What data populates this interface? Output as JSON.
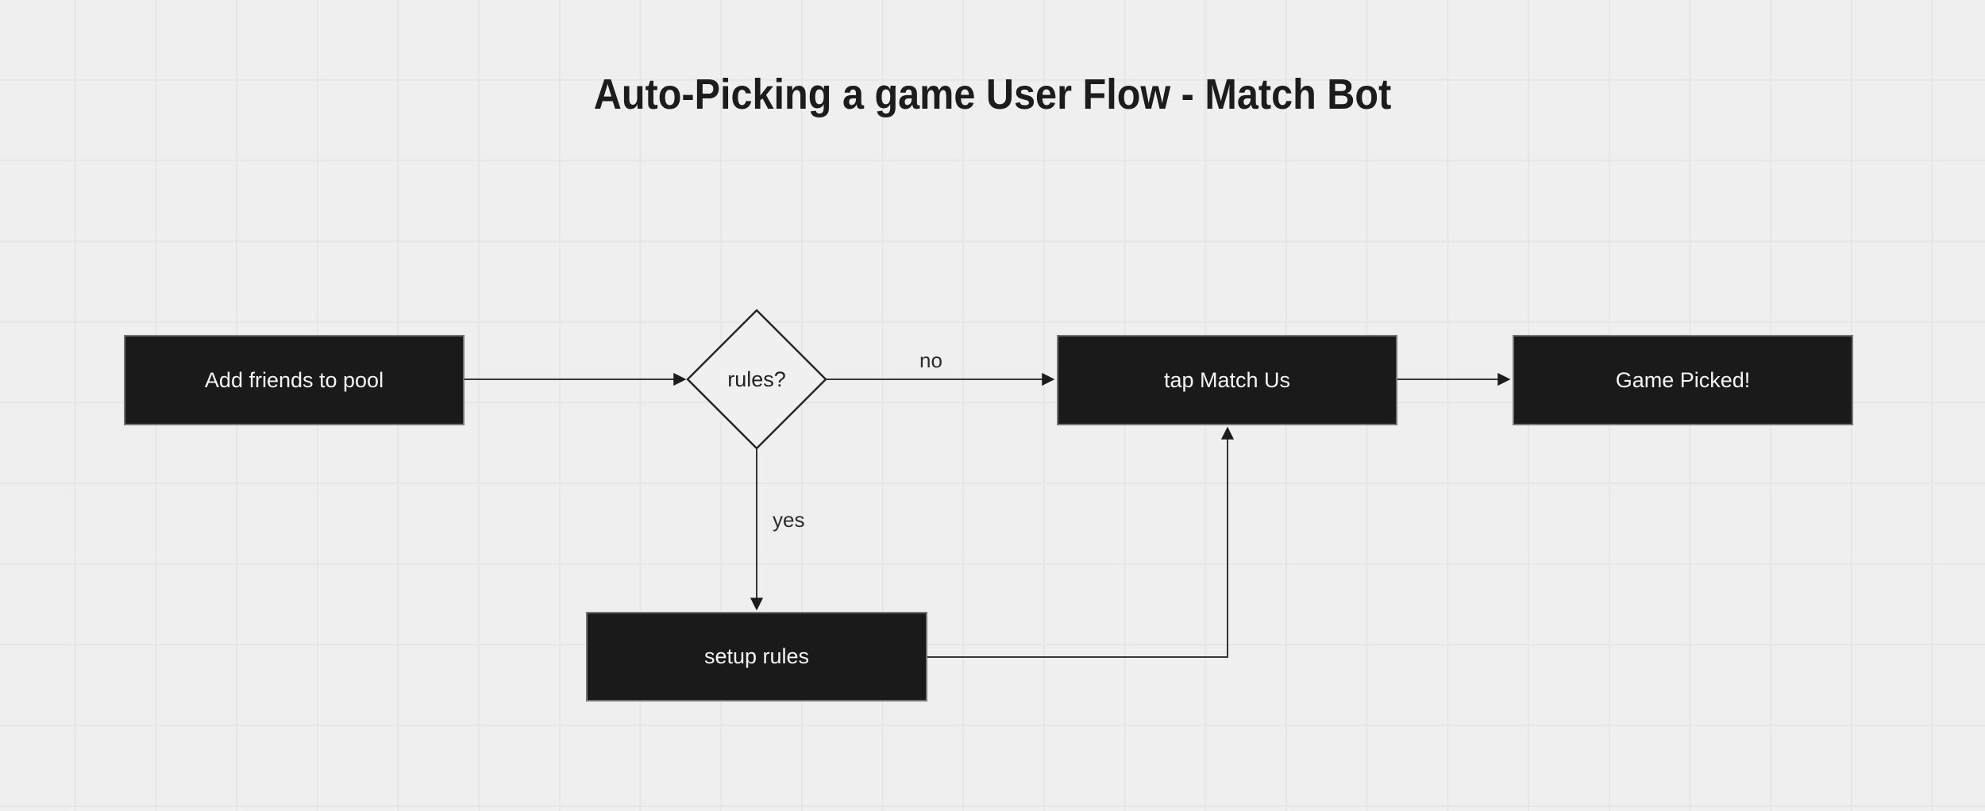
{
  "title": "Auto-Picking a game User Flow - Match Bot",
  "diagram": {
    "type": "flowchart",
    "nodes": [
      {
        "id": "add-friends-to-pool",
        "label": "Add friends to pool",
        "shape": "rectangle"
      },
      {
        "id": "rules-decision",
        "label": "rules?",
        "shape": "diamond"
      },
      {
        "id": "tap-match-us",
        "label": "tap Match Us",
        "shape": "rectangle"
      },
      {
        "id": "game-picked",
        "label": "Game Picked!",
        "shape": "rectangle"
      },
      {
        "id": "setup-rules",
        "label": "setup rules",
        "shape": "rectangle"
      }
    ],
    "edges": [
      {
        "from": "add-friends-to-pool",
        "to": "rules-decision",
        "label": ""
      },
      {
        "from": "rules-decision",
        "to": "tap-match-us",
        "label": "no"
      },
      {
        "from": "tap-match-us",
        "to": "game-picked",
        "label": ""
      },
      {
        "from": "rules-decision",
        "to": "setup-rules",
        "label": "yes"
      },
      {
        "from": "setup-rules",
        "to": "tap-match-us",
        "label": ""
      }
    ]
  },
  "colors": {
    "canvas_background": "#efefef",
    "grid_line": "#e6e6e6",
    "node_fill": "#1a1a1a",
    "node_border": "#757575",
    "node_text": "#f4f4f4",
    "decision_fill": "#f0f0f0",
    "decision_stroke": "#272727",
    "edge_stroke": "#1f1f1f",
    "title_text": "#1c1c1c"
  }
}
